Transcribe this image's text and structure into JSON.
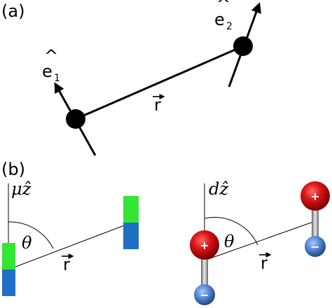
{
  "panel_a": {
    "label": "(a)",
    "vector_r": "r",
    "unit_vector_1": {
      "letter": "e",
      "index": "1"
    },
    "unit_vector_2": {
      "letter": "e",
      "index": "2"
    }
  },
  "panel_b": {
    "label": "(b)",
    "left": {
      "axis_label": "μẑ",
      "angle_label": "θ",
      "vector_r": "r",
      "colors": {
        "top": "#33e633",
        "bottom": "#1f6fc4"
      }
    },
    "right": {
      "axis_label": "dẑ",
      "angle_label": "θ",
      "vector_r": "r",
      "positive_charge": "+",
      "negative_charge": "−",
      "colors": {
        "positive": "#cc1111",
        "negative": "#4a7fcf"
      }
    }
  }
}
